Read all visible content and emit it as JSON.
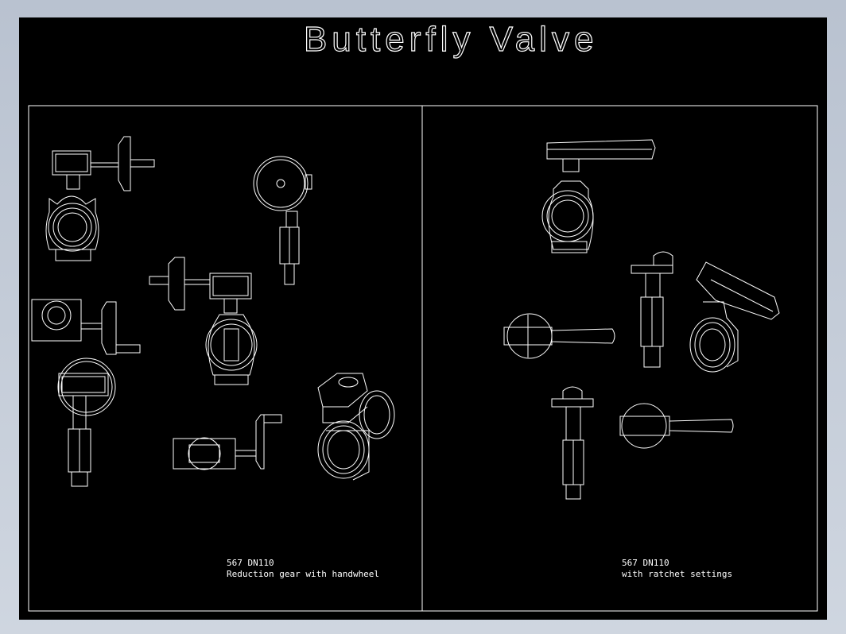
{
  "drawing": {
    "title": "Butterfly Valve",
    "left_panel": {
      "caption_line1": "567 DN110",
      "caption_line2": "Reduction gear with handwheel"
    },
    "right_panel": {
      "caption_line1": "567 DN110",
      "caption_line2": "with ratchet settings"
    }
  },
  "colors": {
    "background": "#000000",
    "lines": "#ffffff",
    "frame": "#c3cad6"
  }
}
